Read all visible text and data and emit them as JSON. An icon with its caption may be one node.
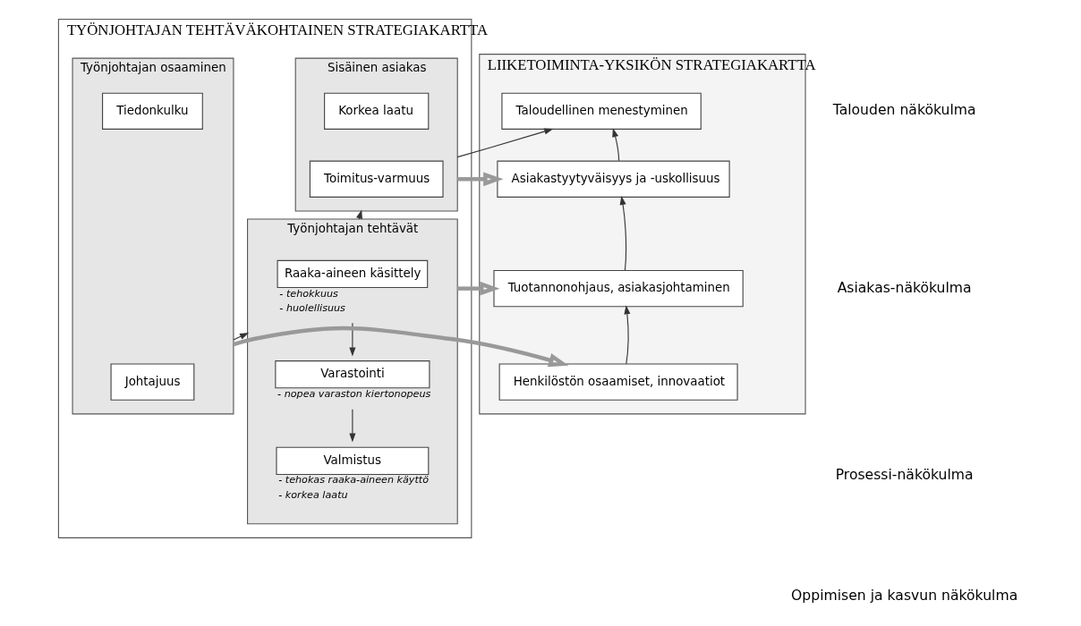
{
  "diagram": {
    "nodes": [
      {
        "text": [
          "TYÖNJOHTAJAN TEHTÄVÄKOHTAINEN STRATEGIAKARTTA"
        ]
      },
      {
        "text": [
          "Sisäinen asiakas"
        ],
        "in": 0
      },
      {
        "text": [
          "Toimitus-varmuus"
        ],
        "in": 1
      },
      {
        "text": [
          "Korkea laatu"
        ],
        "in": 1
      },
      {
        "text": [
          "Työnjohtajan tehtävät"
        ],
        "in": 0
      },
      {
        "text": [
          "Raaka-aineen käsittely"
        ],
        "in": 4,
        "beside": [
          "- tehokkuus",
          "- huolellisuus"
        ]
      },
      {
        "text": [
          "Varastointi"
        ],
        "in": 4,
        "beside": [
          "- nopea varaston kiertonopeus"
        ]
      },
      {
        "text": [
          "Valmistus"
        ],
        "in": 4,
        "beside": [
          "- tehokas raaka-aineen käyttö",
          "- korkea laatu"
        ]
      },
      {
        "text": [
          "Työnjohtajan osaaminen"
        ],
        "in": 0
      },
      {
        "text": [
          "Johtajuus"
        ],
        "in": 8
      },
      {
        "text": [
          "Tiedonkulku"
        ],
        "in": 8
      },
      {
        "text": [
          "LIIKETOIMINTA-YKSIKÖN STRATEGIAKARTTA"
        ]
      },
      {
        "text": [
          "Taloudellinen menestyminen"
        ],
        "in": 11
      },
      {
        "text": [
          "Asiakastyytyväisyys ja -uskollisuus"
        ],
        "in": 11
      },
      {
        "text": [
          "Tuotannonohjaus, asiakasjohtaminen"
        ],
        "in": 11
      },
      {
        "text": [
          "Henkilöstön osaamiset, innovaatiot"
        ],
        "in": 11
      }
    ],
    "edges": [
      {
        "from": 5,
        "to": 6,
        "arrow": "to"
      },
      {
        "from": 6,
        "to": 7,
        "arrow": "to"
      },
      {
        "from": 4,
        "to": 1,
        "arrow": "to"
      },
      {
        "from": 8,
        "to": 4,
        "arrow": "to"
      },
      {
        "from": 1,
        "to": 12,
        "arrow": "to"
      },
      {
        "from": 1,
        "to": 13,
        "arrow": "to",
        "style": "thick",
        "color": "#999999"
      },
      {
        "from": 4,
        "to": 14,
        "arrow": "to",
        "style": "thick",
        "color": "#999999"
      },
      {
        "from": 8,
        "to": 15,
        "arrow": "to",
        "style": "thick",
        "color": "#999999"
      },
      {
        "from": 15,
        "to": 14,
        "arrow": "to"
      },
      {
        "from": 14,
        "to": 13,
        "arrow": "to"
      },
      {
        "from": 13,
        "to": 12,
        "arrow": "to"
      }
    ],
    "labels": [
      "Talouden näkökulma",
      "Asiakas-näkökulma",
      "Prosessi-näkökulma",
      "Oppimisen ja kasvun näkökulma"
    ]
  }
}
